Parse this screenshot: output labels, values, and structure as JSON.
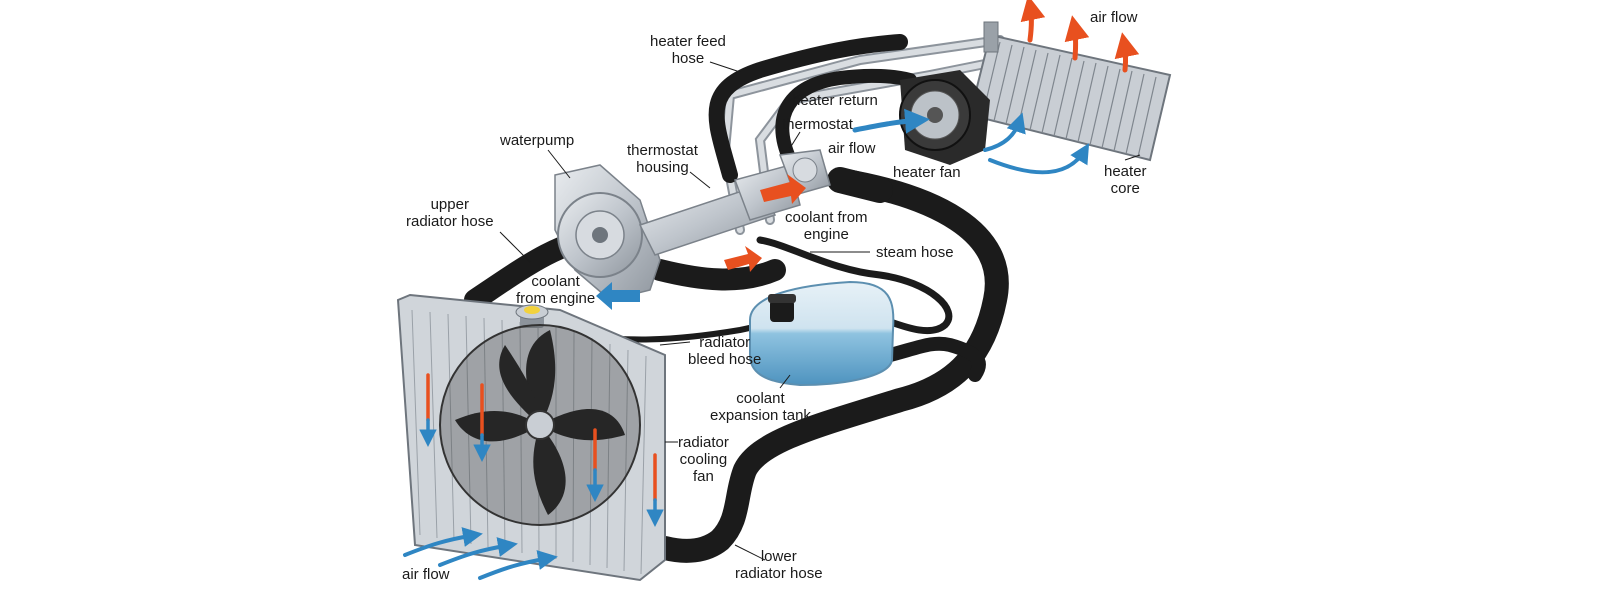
{
  "colors": {
    "hose": "#1b1b1b",
    "metal": "#c4c9cf",
    "metal_dark": "#8d949c",
    "hot": "#e8501f",
    "cold": "#2f86c3",
    "tank": "#8fc3e0"
  },
  "icons": [
    "radiator-cap-icon",
    "fan-icon",
    "heater-fan-icon",
    "air-flow-arrow-icon",
    "coolant-arrow-icon"
  ],
  "labels": {
    "heater_feed_hose": [
      "heater feed",
      "hose"
    ],
    "air_flow_top": "air flow",
    "heater_return": "heater return",
    "thermostat": "thermostat",
    "air_flow_mid": "air flow",
    "heater_fan": "heater fan",
    "heater_core": [
      "heater",
      "core"
    ],
    "waterpump": "waterpump",
    "thermostat_housing": [
      "thermostat",
      "housing"
    ],
    "coolant_from_engine_right": [
      "coolant from",
      "engine"
    ],
    "steam_hose": "steam hose",
    "upper_radiator_hose": [
      "upper",
      "radiator hose"
    ],
    "coolant_from_engine_left": [
      "coolant",
      "from engine"
    ],
    "radiator_bleed_hose": [
      "radiator",
      "bleed hose"
    ],
    "coolant_expansion_tank": [
      "coolant",
      "expansion tank"
    ],
    "radiator_cooling_fan": [
      "radiator",
      "cooling",
      "fan"
    ],
    "lower_radiator_hose": [
      "lower",
      "radiator hose"
    ],
    "air_flow_bottom": "air flow"
  }
}
